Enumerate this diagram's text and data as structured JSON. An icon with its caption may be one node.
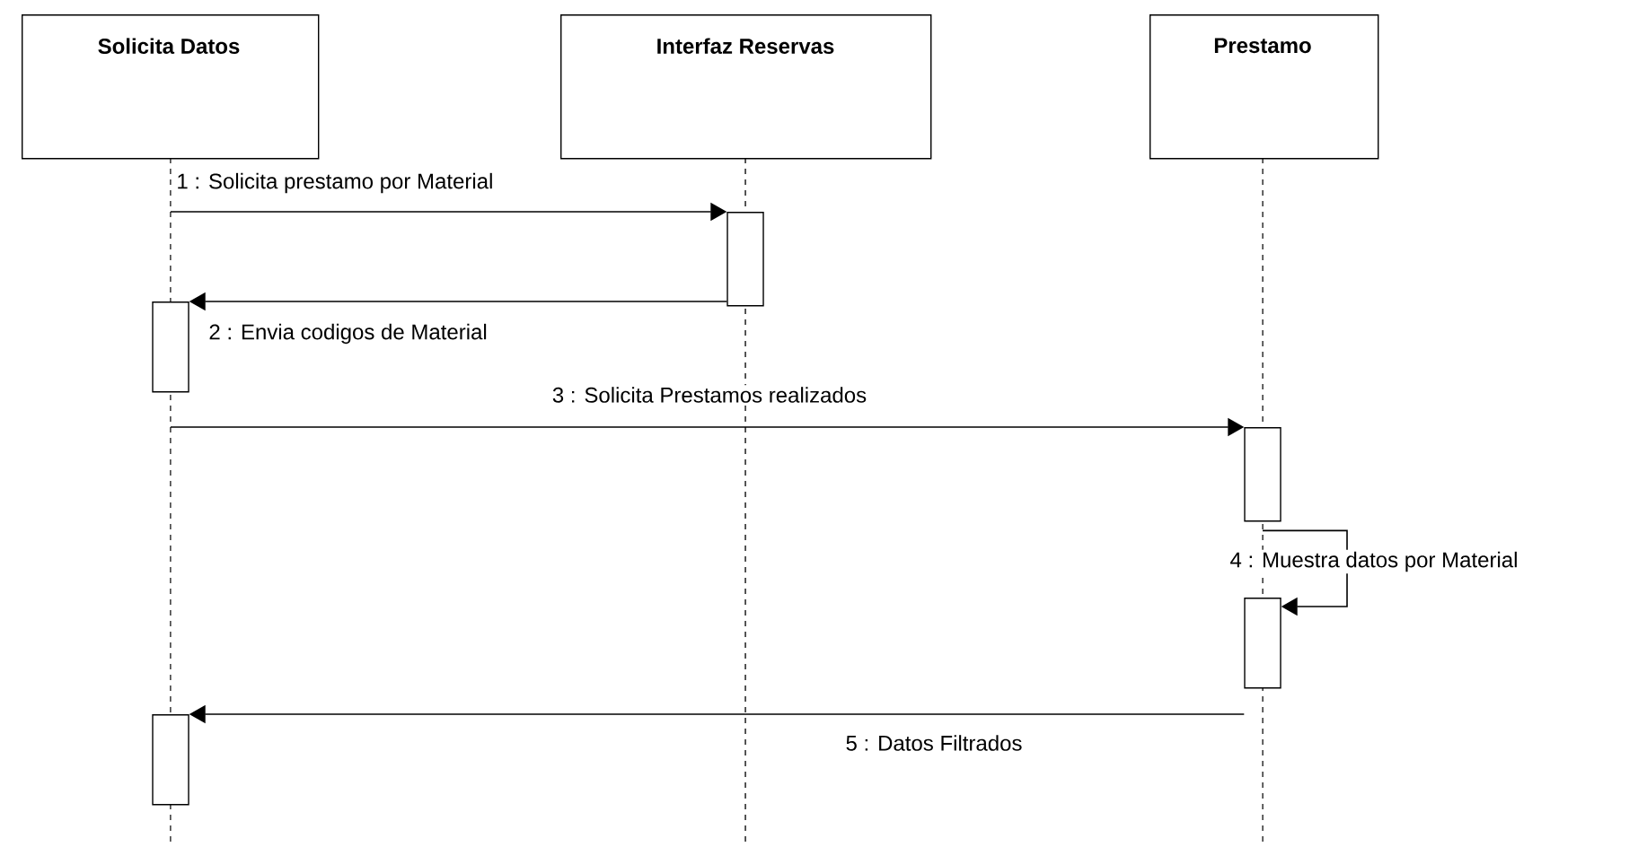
{
  "diagram": {
    "nodes": [
      {
        "text": [
          "Solicita Datos"
        ]
      },
      {
        "text": [
          "Interfaz Reservas"
        ]
      },
      {
        "text": [
          "Prestamo"
        ]
      },
      {
        "text": [],
        "shape": "bar"
      },
      {
        "text": [],
        "shape": "bar"
      },
      {
        "text": [],
        "shape": "bar"
      },
      {
        "text": [],
        "shape": "bar"
      },
      {
        "text": [],
        "shape": "bar"
      }
    ],
    "edges": [
      {
        "from": null,
        "to": 3,
        "arrow": "to",
        "label": "1 : Solicita prestamo por Material"
      },
      {
        "from": 3,
        "to": 4,
        "arrow": "to",
        "label": "2 : Envia codigos de Material"
      },
      {
        "from": null,
        "to": 5,
        "arrow": "to",
        "label": "3 : Solicita Prestamos realizados"
      },
      {
        "from": 5,
        "to": 6,
        "arrow": "to",
        "label": "4 : Muestra datos por Material"
      },
      {
        "from": 6,
        "to": 7,
        "arrow": "to",
        "label": "5 : Datos Filtrados"
      }
    ]
  }
}
